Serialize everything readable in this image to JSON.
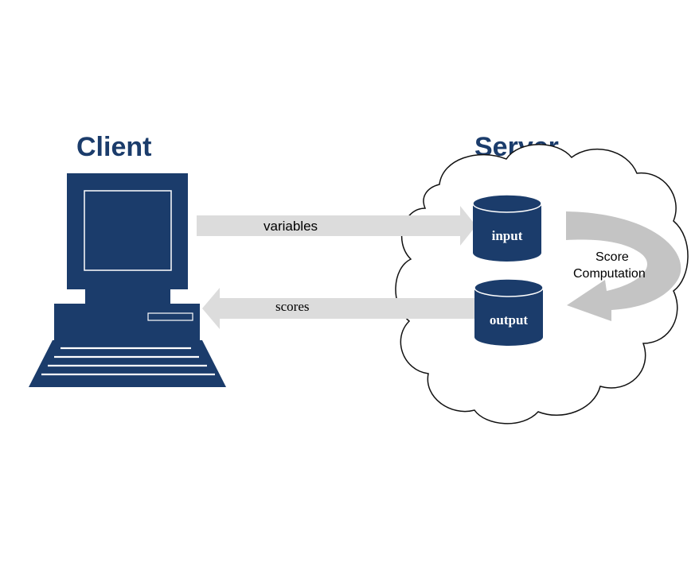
{
  "client": {
    "title": "Client",
    "icon": "desktop-computer-icon"
  },
  "server": {
    "title": "Server",
    "icon": "cloud-icon"
  },
  "flows": {
    "request_label": "variables",
    "response_label": "scores",
    "computation_label_line1": "Score",
    "computation_label_line2": "Computation"
  },
  "databases": {
    "input_label": "input",
    "output_label": "output"
  },
  "colors": {
    "navy": "#1b3c6b",
    "arrow_gray": "#dcdcdc",
    "curved_arrow_gray": "#c4c4c4",
    "outline": "#111111"
  }
}
